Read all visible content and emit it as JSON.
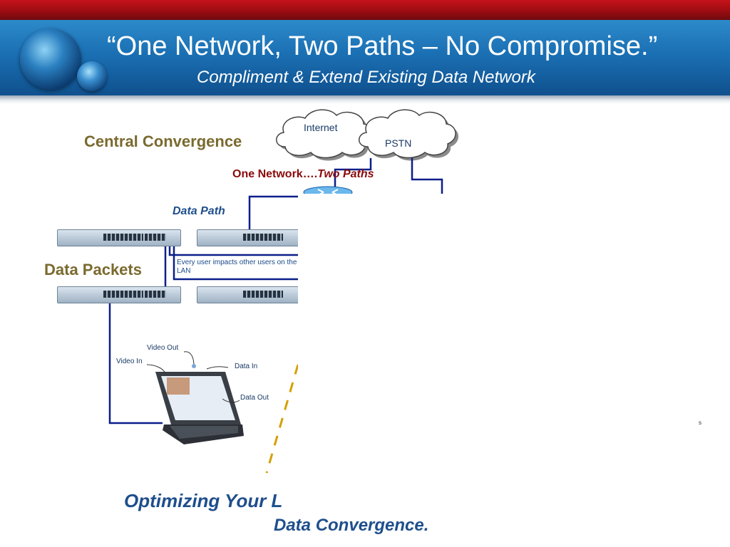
{
  "header": {
    "title": "“One Network, Two Paths – No Compromise.”",
    "subtitle": "Compliment & Extend Existing Data Network"
  },
  "diagram": {
    "central_convergence": "Central Convergence",
    "clouds": {
      "internet": "Internet",
      "pstn": "PSTN"
    },
    "one_network": "One Network….",
    "two_paths": "Two Paths",
    "data_path": "Data Path",
    "data_packets": "Data Packets",
    "impact_note": "Every user impacts other users on the LAN",
    "laptop_labels": {
      "video_out": "Video Out",
      "video_in": "Video In",
      "data_in": "Data In",
      "data_out": "Data Out"
    },
    "stray_char": "s"
  },
  "footer": {
    "line1": "Optimizing Your L",
    "line2": "Data Convergence."
  },
  "colors": {
    "top_bar": "#9c0d12",
    "header_blue": "#1a6fb3",
    "olive_label": "#7a6a2e",
    "dark_red": "#8b0a0a",
    "navy_line": "#0b1f8a",
    "dashed_gold": "#d4a000"
  }
}
